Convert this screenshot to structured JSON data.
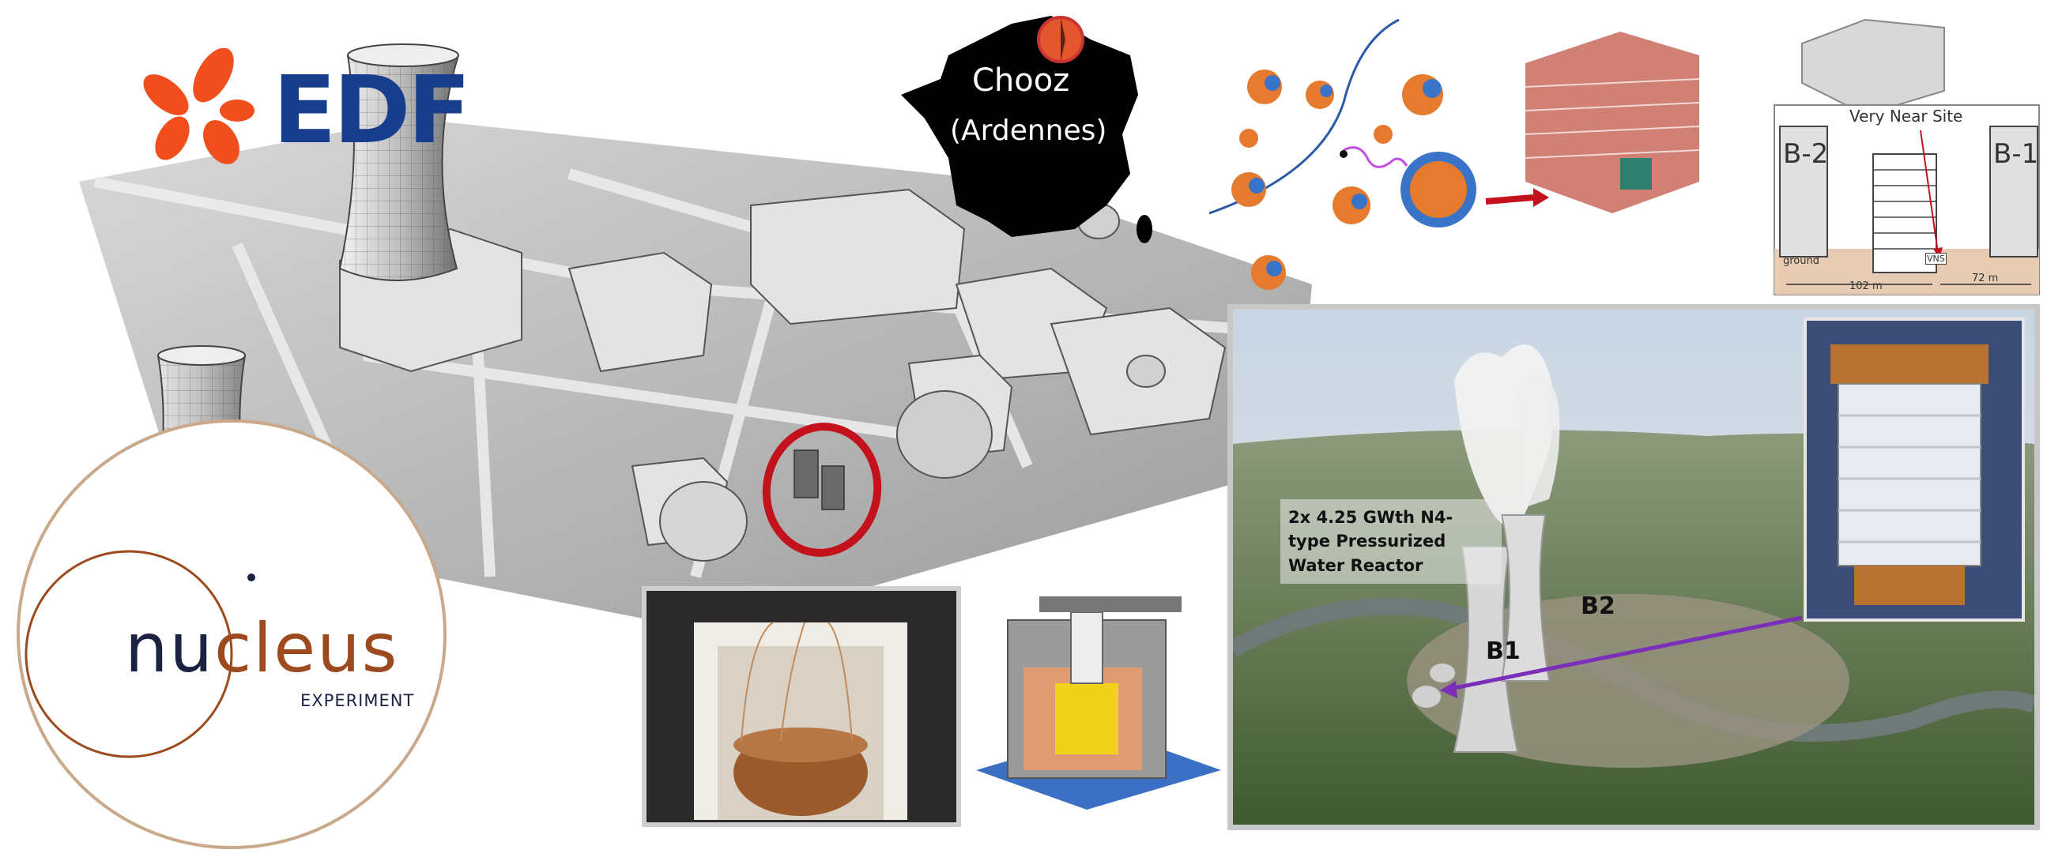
{
  "logos": {
    "edf": "EDF",
    "nucleus_nu": "nu",
    "nucleus_cleus": "cleus",
    "nucleus_sub": "EXPERIMENT"
  },
  "map": {
    "site": "Chooz",
    "region": "(Ardennes)"
  },
  "vns_diagram": {
    "title": "Very Near Site",
    "left_building": "B-2",
    "right_building": "B-1",
    "ground": "ground",
    "vns_tag": "VNS",
    "distance_b2": "102 m",
    "distance_b1": "72 m"
  },
  "aerial": {
    "reactor_label": "2x 4.25 GWth N4-type Pressurized Water Reactor",
    "b1": "B1",
    "b2": "B2"
  },
  "colors": {
    "edf_blue": "#173d8c",
    "edf_orange": "#f04e1c",
    "nucleus_orange": "#9c4a1e",
    "highlight_red": "#c4121c",
    "arrow_purple": "#7b2fb8"
  }
}
